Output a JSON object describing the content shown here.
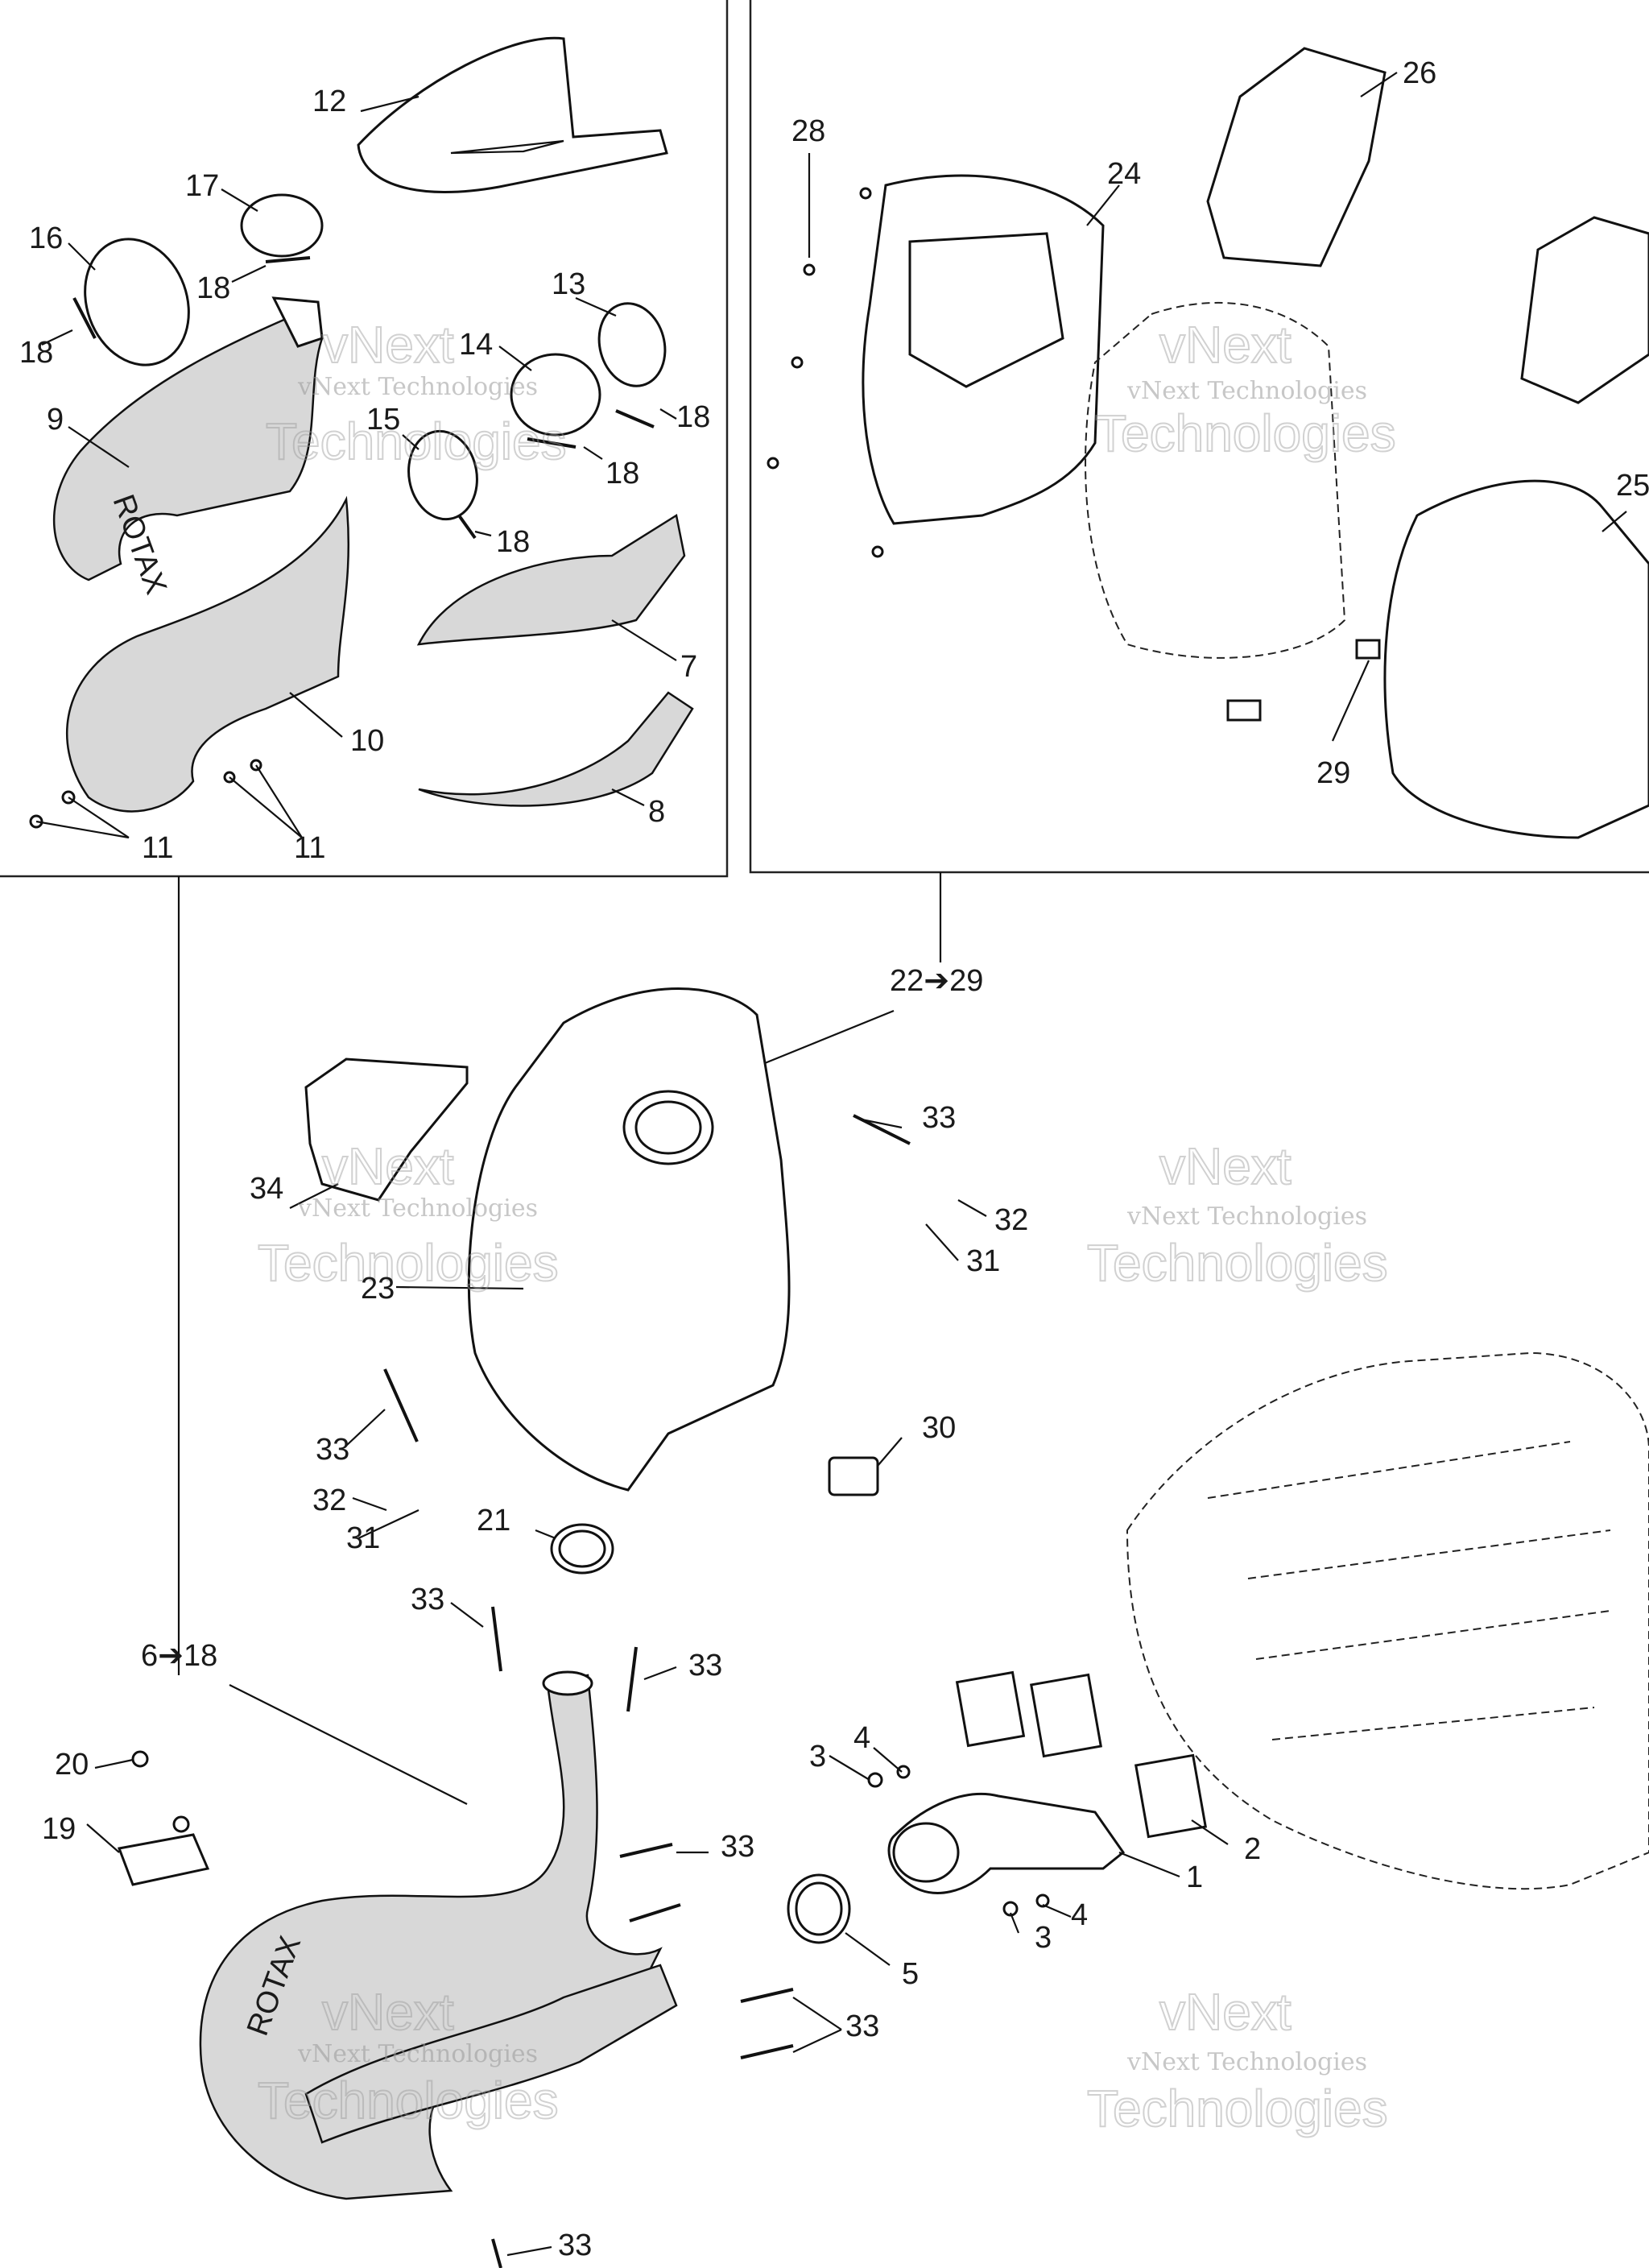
{
  "diagram": {
    "brand_text": "ROTAX",
    "watermark_line1": "vNext",
    "watermark_line2": "vNext Technologies",
    "watermark_line3": "Technologies",
    "callouts": [
      {
        "id": "c12",
        "label": "12"
      },
      {
        "id": "c17",
        "label": "17"
      },
      {
        "id": "c16",
        "label": "16"
      },
      {
        "id": "c18a",
        "label": "18"
      },
      {
        "id": "c18b",
        "label": "18"
      },
      {
        "id": "c13",
        "label": "13"
      },
      {
        "id": "c14",
        "label": "14"
      },
      {
        "id": "c9",
        "label": "9"
      },
      {
        "id": "c15",
        "label": "15"
      },
      {
        "id": "c18c",
        "label": "18"
      },
      {
        "id": "c18d",
        "label": "18"
      },
      {
        "id": "c18e",
        "label": "18"
      },
      {
        "id": "c7",
        "label": "7"
      },
      {
        "id": "c10",
        "label": "10"
      },
      {
        "id": "c8",
        "label": "8"
      },
      {
        "id": "c11a",
        "label": "11"
      },
      {
        "id": "c11b",
        "label": "11"
      },
      {
        "id": "c28",
        "label": "28"
      },
      {
        "id": "c24",
        "label": "24"
      },
      {
        "id": "c26",
        "label": "26"
      },
      {
        "id": "c25",
        "label": "25"
      },
      {
        "id": "c29",
        "label": "29"
      },
      {
        "id": "c22_29",
        "label": "22➔29"
      },
      {
        "id": "c33a",
        "label": "33"
      },
      {
        "id": "c32a",
        "label": "32"
      },
      {
        "id": "c31a",
        "label": "31"
      },
      {
        "id": "c34",
        "label": "34"
      },
      {
        "id": "c23",
        "label": "23"
      },
      {
        "id": "c30",
        "label": "30"
      },
      {
        "id": "c33b",
        "label": "33"
      },
      {
        "id": "c32b",
        "label": "32"
      },
      {
        "id": "c31b",
        "label": "31"
      },
      {
        "id": "c21",
        "label": "21"
      },
      {
        "id": "c33c",
        "label": "33"
      },
      {
        "id": "c33d",
        "label": "33"
      },
      {
        "id": "c6_18",
        "label": "6➔18"
      },
      {
        "id": "c20",
        "label": "20"
      },
      {
        "id": "c19",
        "label": "19"
      },
      {
        "id": "c4a",
        "label": "4"
      },
      {
        "id": "c3a",
        "label": "3"
      },
      {
        "id": "c33e",
        "label": "33"
      },
      {
        "id": "c2",
        "label": "2"
      },
      {
        "id": "c1",
        "label": "1"
      },
      {
        "id": "c4b",
        "label": "4"
      },
      {
        "id": "c3b",
        "label": "3"
      },
      {
        "id": "c5",
        "label": "5"
      },
      {
        "id": "c33f",
        "label": "33"
      },
      {
        "id": "c33g",
        "label": "33"
      }
    ]
  }
}
